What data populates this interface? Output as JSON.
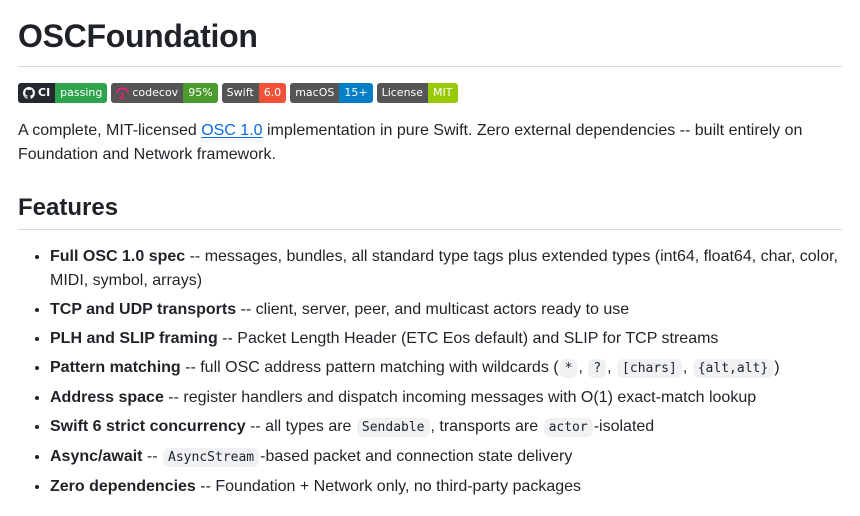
{
  "title": "OSCFoundation",
  "badges": [
    {
      "label": "CI",
      "value": "passing",
      "icon": "github-icon",
      "label_color": "#24292f",
      "value_color": "#2ea44f"
    },
    {
      "label": "codecov",
      "value": "95%",
      "icon": "codecov-umbrella-icon",
      "label_color": "#555555",
      "value_color": "#4c9b2e"
    },
    {
      "label": "Swift",
      "value": "6.0",
      "label_color": "#555555",
      "value_color": "#f05138"
    },
    {
      "label": "macOS",
      "value": "15+",
      "label_color": "#555555",
      "value_color": "#007ec6"
    },
    {
      "label": "License",
      "value": "MIT",
      "label_color": "#555555",
      "value_color": "#97ca00"
    }
  ],
  "intro": {
    "before": "A complete, MIT-licensed ",
    "link": "OSC 1.0",
    "after": " implementation in pure Swift. Zero external dependencies -- built entirely on Foundation and Network framework."
  },
  "features_heading": "Features",
  "features": [
    {
      "title": "Full OSC 1.0 spec",
      "text": " -- messages, bundles, all standard type tags plus extended types (int64, float64, char, color, MIDI, symbol, arrays)"
    },
    {
      "title": "TCP and UDP transports",
      "text": " -- client, server, peer, and multicast actors ready to use"
    },
    {
      "title": "PLH and SLIP framing",
      "text": " -- Packet Length Header (ETC Eos default) and SLIP for TCP streams"
    },
    {
      "title": "Pattern matching",
      "text": " -- full OSC address pattern matching with wildcards (",
      "codes": [
        "*",
        "?",
        "[chars]",
        "{alt,alt}"
      ],
      "sep": ", ",
      "tail": ")"
    },
    {
      "title": "Address space",
      "text": " -- register handlers and dispatch incoming messages with O(1) exact-match lookup"
    },
    {
      "title": "Swift 6 strict concurrency",
      "text": " -- all types are ",
      "code1": "Sendable",
      "mid": ", transports are ",
      "code2": "actor",
      "tail": "-isolated"
    },
    {
      "title": "Async/await",
      "text": " -- ",
      "code1": "AsyncStream",
      "tail": "-based packet and connection state delivery"
    },
    {
      "title": "Zero dependencies",
      "text": " -- Foundation + Network only, no third-party packages"
    }
  ]
}
